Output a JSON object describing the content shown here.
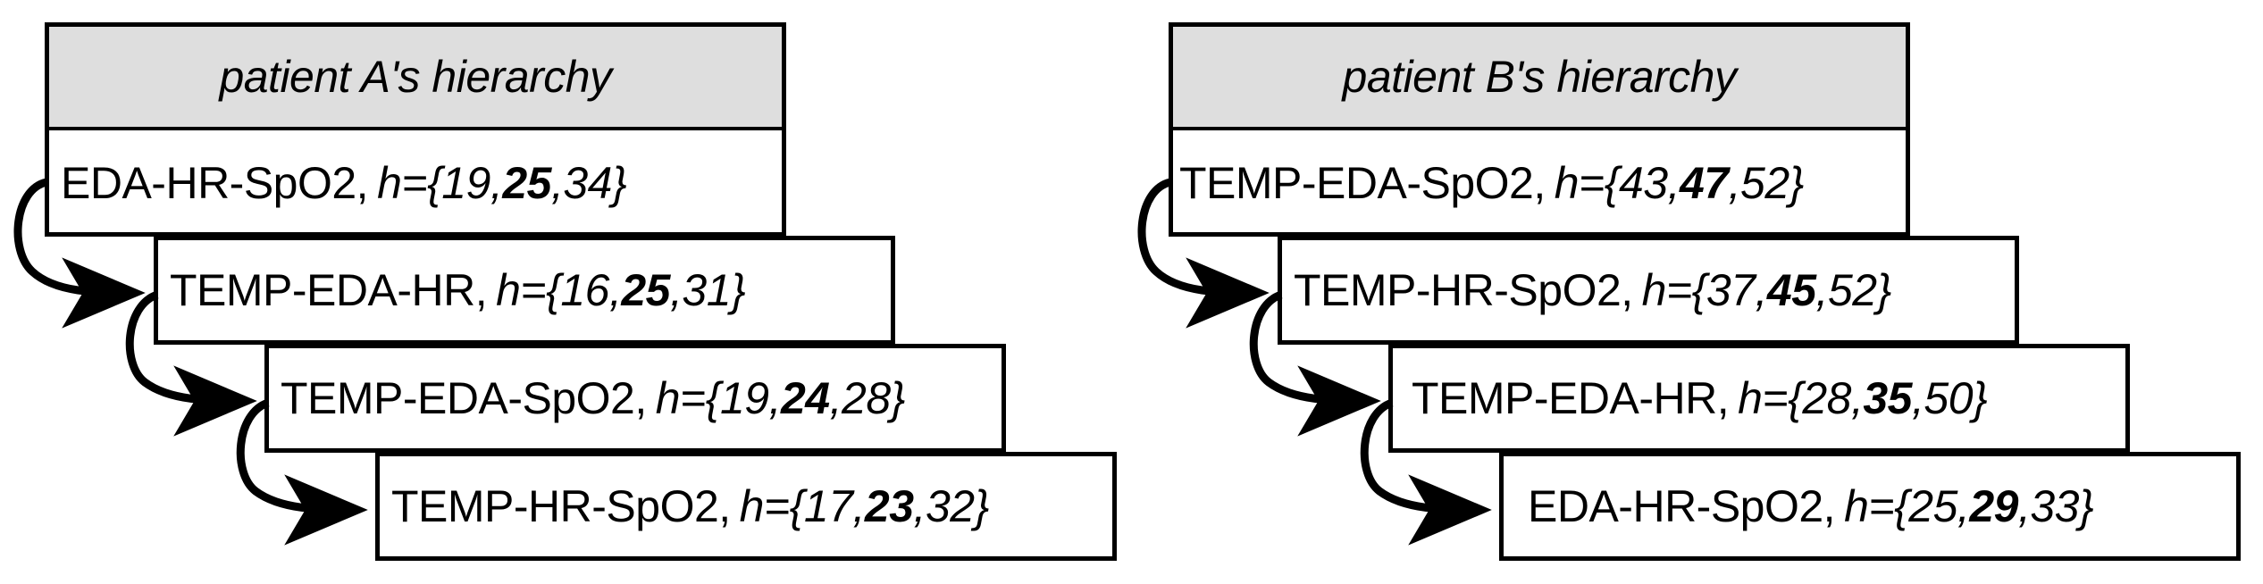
{
  "figure": {
    "panels": [
      {
        "id": "patient-a",
        "header": "patient A's hierarchy",
        "header_prefix": "patient ",
        "header_subject": "A",
        "header_suffix": "'s hierarchy",
        "rows": [
          {
            "combo": "EDA-HR-SpO2,",
            "h_open": "h={",
            "h_min": "19",
            "h_mid": "25",
            "h_max": "34",
            "h_close": "}"
          },
          {
            "combo": "TEMP-EDA-HR,",
            "h_open": "h={",
            "h_min": "16",
            "h_mid": "25",
            "h_max": "31",
            "h_close": "}"
          },
          {
            "combo": "TEMP-EDA-SpO2,",
            "h_open": "h={",
            "h_min": "19",
            "h_mid": "24",
            "h_max": "28",
            "h_close": "}"
          },
          {
            "combo": "TEMP-HR-SpO2,",
            "h_open": "h={",
            "h_min": "17",
            "h_mid": "23",
            "h_max": "32",
            "h_close": "}"
          }
        ]
      },
      {
        "id": "patient-b",
        "header": "patient B's hierarchy",
        "header_prefix": "patient ",
        "header_subject": "B",
        "header_suffix": "'s hierarchy",
        "rows": [
          {
            "combo": "TEMP-EDA-SpO2,",
            "h_open": "h={",
            "h_min": "43",
            "h_mid": "47",
            "h_max": "52",
            "h_close": "}"
          },
          {
            "combo": "TEMP-HR-SpO2,",
            "h_open": "h={",
            "h_min": "37",
            "h_mid": "45",
            "h_max": "52",
            "h_close": "}"
          },
          {
            "combo": "TEMP-EDA-HR,",
            "h_open": "h={",
            "h_min": "28",
            "h_mid": "35",
            "h_max": "50",
            "h_close": "}"
          },
          {
            "combo": "EDA-HR-SpO2,",
            "h_open": "h={",
            "h_min": "25",
            "h_mid": "29",
            "h_max": "33",
            "h_close": "}"
          }
        ]
      }
    ],
    "colors": {
      "header_fill": "#dedede",
      "box_fill": "#ffffff",
      "stroke": "#000000",
      "background": "#ffffff"
    }
  }
}
